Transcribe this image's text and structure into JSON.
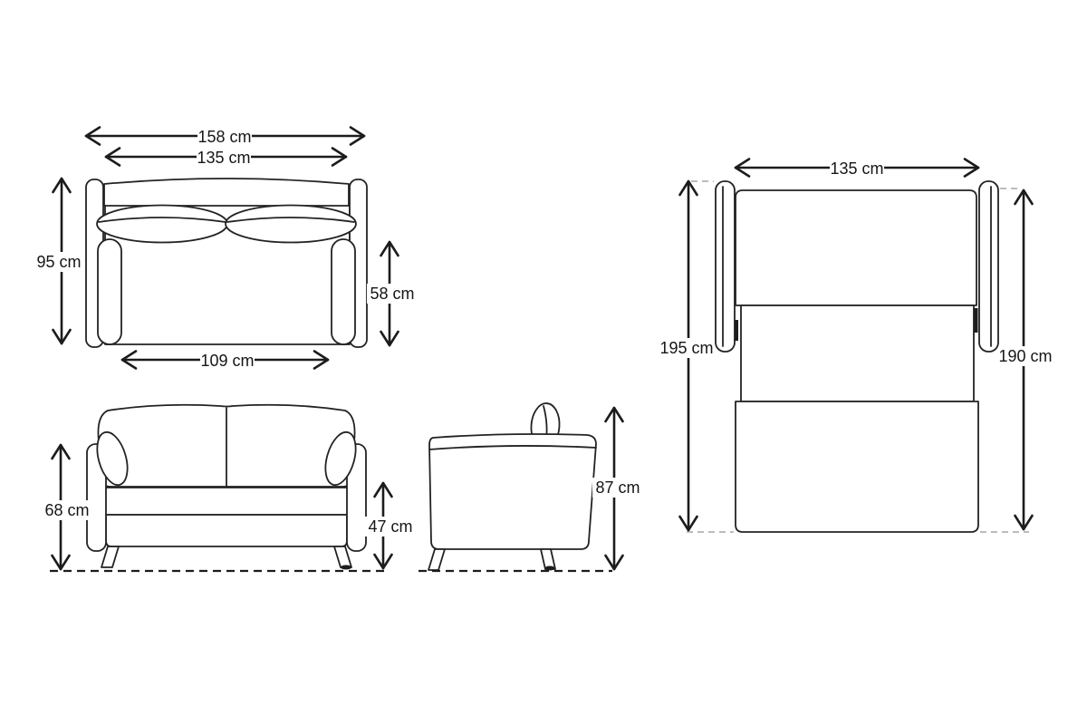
{
  "canvas": {
    "background": "#ffffff",
    "line_color": "#232323",
    "dimension_color": "#1c1c1c",
    "guide_dash_color": "#bcbcbc"
  },
  "views": {
    "sofa_top_view": {
      "title": "sofa top view (closed)",
      "dims": {
        "overall_width": "158 cm",
        "back_width": "135 cm",
        "depth": "95 cm",
        "seat_depth": "58 cm",
        "seat_width": "109 cm"
      }
    },
    "sofa_front_view": {
      "title": "sofa front view",
      "dims": {
        "arm_height": "68 cm",
        "seat_height": "47 cm"
      }
    },
    "sofa_side_view": {
      "title": "sofa side view",
      "dims": {
        "overall_height": "87 cm"
      }
    },
    "sofa_bed_open_top_view": {
      "title": "sofa bed open top view",
      "dims": {
        "bed_width": "135 cm",
        "open_length": "195 cm",
        "bed_length": "190 cm"
      }
    }
  }
}
